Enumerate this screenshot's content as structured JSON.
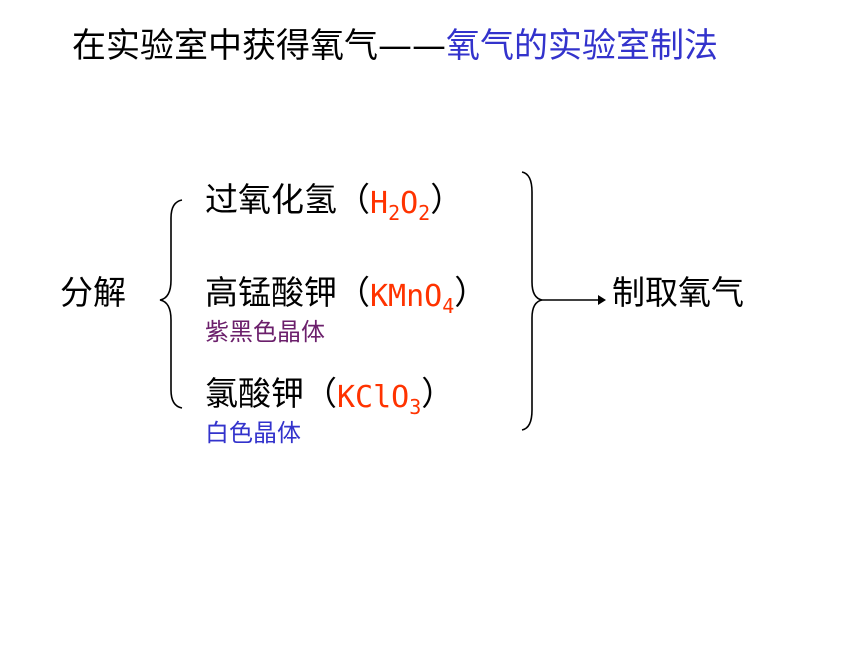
{
  "slide": {
    "title_part1": "在实验室中获得氧气——",
    "title_part2": "氧气的实验室制法",
    "left_label": "分解",
    "right_label": "制取氧气",
    "reactants": [
      {
        "name": "过氧化氢",
        "open": "（",
        "formula_parts": [
          "H",
          "2",
          "O",
          "2"
        ],
        "close": "）",
        "description": ""
      },
      {
        "name": "高锰酸钾",
        "open": "（",
        "formula_parts": [
          "KMnO",
          "4"
        ],
        "close": "）",
        "description": "紫黑色晶体"
      },
      {
        "name": "氯酸钾",
        "open": "（",
        "formula_parts": [
          "KClO",
          "3"
        ],
        "close": "）",
        "description": "白色晶体"
      }
    ],
    "colors": {
      "formula": "#ff3300",
      "title_accent": "#3333cc",
      "desc_purple": "#6b1f6b",
      "desc_blue": "#3333cc"
    },
    "icons": [
      "left-brace-icon",
      "right-brace-icon",
      "arrow-right-icon"
    ]
  }
}
